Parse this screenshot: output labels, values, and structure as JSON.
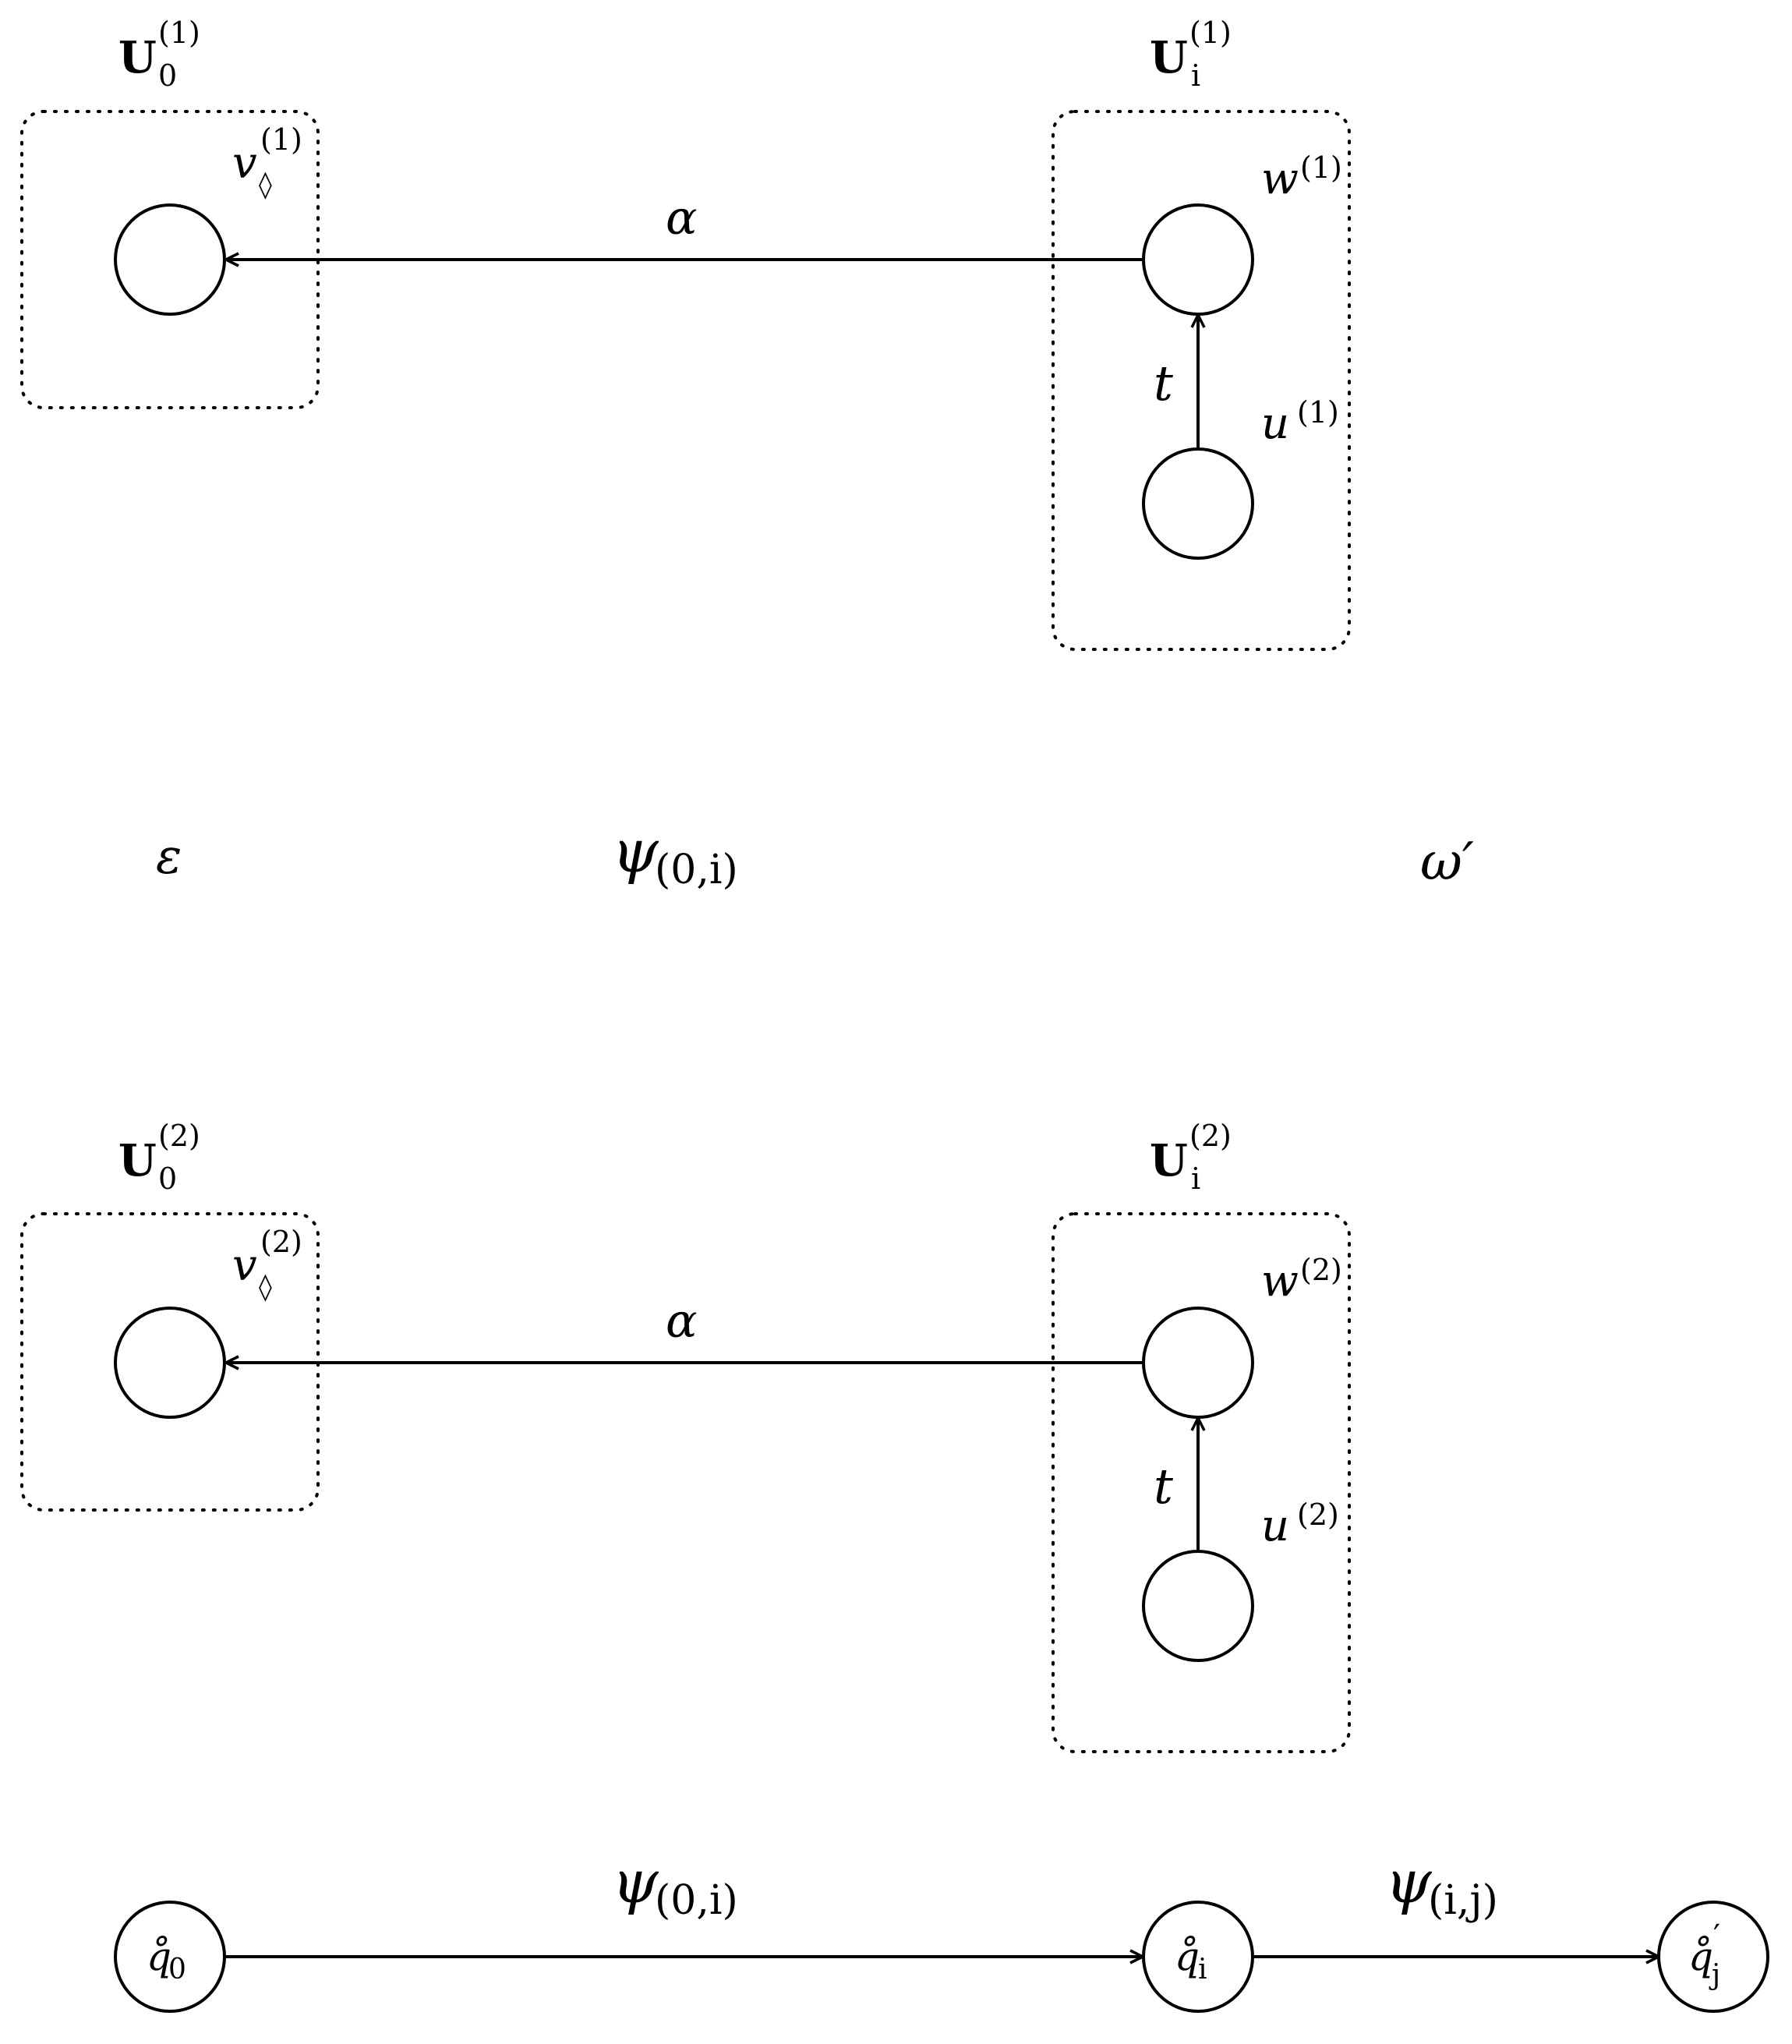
{
  "diagram": {
    "top": {
      "group_left": {
        "base": "U",
        "sub": "0",
        "sup": "(1)"
      },
      "group_right": {
        "base": "U",
        "sub": "i",
        "sup": "(1)"
      },
      "node_v": {
        "base": "v",
        "sub": "◊",
        "sup": "(1)"
      },
      "node_w": {
        "base": "w",
        "sup": "(1)"
      },
      "node_u": {
        "base": "u",
        "sup": "(1)"
      },
      "edge_alpha": "α",
      "edge_t": "t"
    },
    "middle": {
      "left": "ε",
      "center": {
        "base": "ψ",
        "sub": "(0,i)"
      },
      "right": "ω′"
    },
    "bottom": {
      "group_left": {
        "base": "U",
        "sub": "0",
        "sup": "(2)"
      },
      "group_right": {
        "base": "U",
        "sub": "i",
        "sup": "(2)"
      },
      "node_v": {
        "base": "v",
        "sub": "◊",
        "sup": "(2)"
      },
      "node_w": {
        "base": "w",
        "sup": "(2)"
      },
      "node_u": {
        "base": "u",
        "sup": "(2)"
      },
      "edge_alpha": "α",
      "edge_t": "t"
    },
    "chain": {
      "node_q0": {
        "base": "q̊",
        "sub": "0"
      },
      "node_qi": {
        "base": "q̊",
        "sub": "i"
      },
      "node_qj": {
        "base": "q̊",
        "sub": "j",
        "sup": "′"
      },
      "edge_1": {
        "base": "ψ",
        "sub": "(0,i)"
      },
      "edge_2": {
        "base": "ψ",
        "sub": "(i,j)"
      }
    }
  }
}
